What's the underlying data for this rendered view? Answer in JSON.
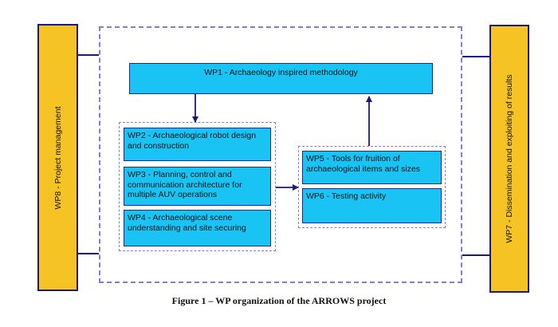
{
  "diagram": {
    "wp1": "WP1 - Archaeology inspired methodology",
    "wp2": "WP2 - Archaeological robot design and construction",
    "wp3": "WP3 - Planning, control and communication architecture for multiple AUV operations",
    "wp4": "WP4 - Archaeological scene understanding and site securing",
    "wp5": "WP5 - Tools for fruition of archaeological items and sizes",
    "wp6": "WP6 - Testing activity",
    "wp7": "WP7 - Dissemination and exploiting of results",
    "wp8": "WP8 - Project management"
  },
  "caption": "Figure 1 – WP organization of the ARROWS project",
  "colors": {
    "box_fill": "#19c4f5",
    "box_border": "#1f2a8c",
    "side_fill": "#f5c324",
    "dashed_border": "#7b7fd8",
    "arrow": "#1a1a78"
  }
}
